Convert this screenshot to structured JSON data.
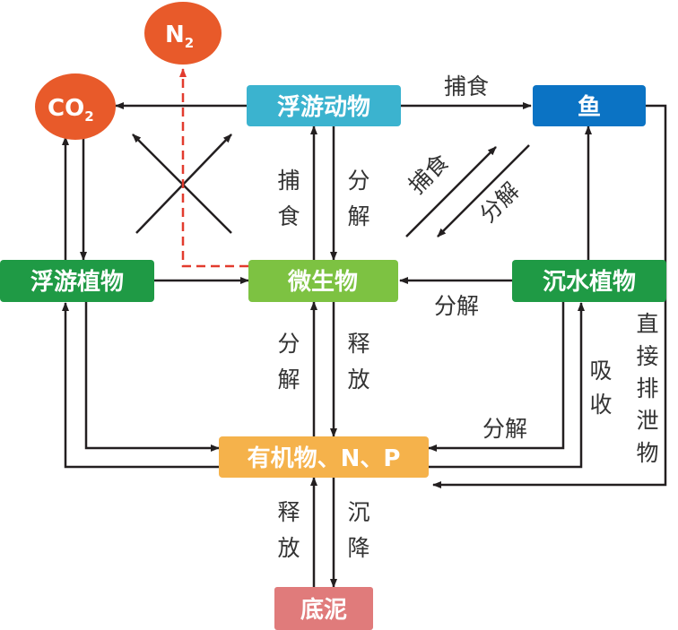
{
  "colors": {
    "co2": "#e85a2a",
    "n2": "#e85a2a",
    "zooplankton": "#3bb3cf",
    "fish": "#0b73c4",
    "phytoplankton": "#1f9a45",
    "microbe": "#7dc242",
    "submerged": "#1f9a45",
    "organic": "#f5b24b",
    "sediment": "#e07b7b",
    "arrow": "#231f20",
    "dashed": "#e23b2e"
  },
  "nodes": {
    "n2": {
      "main": "N",
      "sub": "2"
    },
    "co2": {
      "main": "CO",
      "sub": "2"
    },
    "zooplankton": {
      "label": "浮游动物"
    },
    "fish": {
      "label": "鱼"
    },
    "phytoplankton": {
      "label": "浮游植物"
    },
    "microbe": {
      "label": "微生物"
    },
    "submerged": {
      "label": "沉水植物"
    },
    "organic": {
      "label": "有机物、N、P"
    },
    "sediment": {
      "label": "底泥"
    }
  },
  "edges": {
    "zoo_fish": "捕食",
    "zoo_microbe_left": [
      "捕",
      "食"
    ],
    "zoo_microbe_right": [
      "分",
      "解"
    ],
    "diag_up": "捕食",
    "diag_down": "分解",
    "submerged_microbe": "分解",
    "microbe_organic_left": [
      "分",
      "解"
    ],
    "microbe_organic_right": [
      "释",
      "放"
    ],
    "submerged_organic": "分解",
    "absorb": [
      "吸",
      "收"
    ],
    "excrete": [
      "直",
      "接",
      "排",
      "泄",
      "物"
    ],
    "sediment_left": [
      "释",
      "放"
    ],
    "sediment_right": [
      "沉",
      "降"
    ]
  }
}
